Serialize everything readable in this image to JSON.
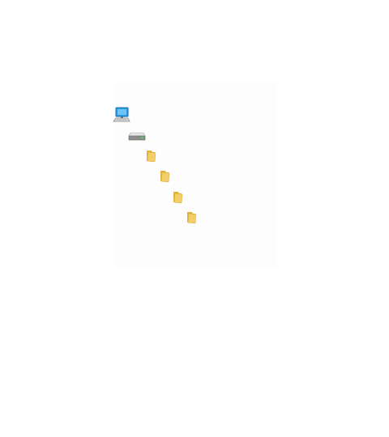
{
  "tree": {
    "nodes": [
      {
        "id": "this-pc",
        "icon": "computer-icon",
        "level": 0
      },
      {
        "id": "local-disk",
        "icon": "drive-icon",
        "level": 1
      },
      {
        "id": "folder-1",
        "icon": "folder-icon",
        "level": 2
      },
      {
        "id": "folder-2",
        "icon": "folder-icon",
        "level": 3
      },
      {
        "id": "folder-3",
        "icon": "folder-icon",
        "level": 4
      },
      {
        "id": "folder-4",
        "icon": "folder-icon",
        "level": 5
      }
    ]
  },
  "colors": {
    "folder": "#f4cf69",
    "folder_dark": "#e2b23e",
    "monitor": "#2a9be5",
    "drive": "#9a9a9a"
  }
}
